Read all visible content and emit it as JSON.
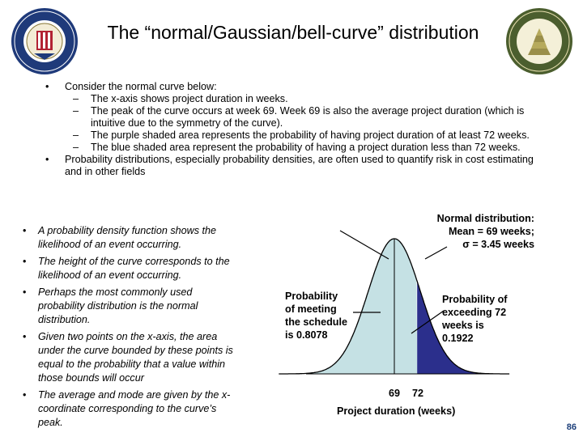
{
  "title": "The “normal/Gaussian/bell-curve” distribution",
  "top_bullets": [
    {
      "text": "Consider the normal curve below:",
      "sub": [
        "The x-axis shows project duration in weeks.",
        "The peak of the curve occurs at week 69. Week 69 is also the average project duration (which is intuitive due to the symmetry of the curve).",
        "The purple shaded area represents the probability of having project duration of at least 72 weeks.",
        "The blue shaded area represent the probability of having a project duration less than 72 weeks."
      ]
    },
    {
      "text": "Probability distributions, especially probability densities, are often used to quantify risk in cost estimating and in other fields",
      "sub": []
    }
  ],
  "left_bullets": [
    "A probability density function shows the likelihood of an event occurring.",
    "The height of the curve corresponds to the likelihood of an event occurring.",
    "Perhaps the most commonly used probability distribution is the normal distribution.",
    "Given two points on the x-axis, the area under the curve bounded by these points is equal to the probability that a value within those bounds will occur",
    "The average and mode are given by the x-coordinate corresponding to the curve’s peak."
  ],
  "figure": {
    "dist_label": [
      "Normal distribution:",
      "Mean = 69 weeks;",
      "σ = 3.45 weeks"
    ],
    "meet_label": [
      "Probability",
      "of meeting",
      "the schedule",
      "is 0.8078"
    ],
    "exceed_label": [
      "Probability of",
      "exceeding 72",
      "weeks is",
      "0.1922"
    ],
    "tick_69": "69",
    "tick_72": "72",
    "xlabel": "Project duration (weeks)",
    "mean": 69,
    "sd": 3.45,
    "threshold": 72,
    "colors": {
      "blue_area": "#c5e1e4",
      "purple_area": "#2b2f8c",
      "curve": "#000000"
    }
  },
  "page_number": "86",
  "logos": {
    "left": "office-of-assistant-secretary-army-seal",
    "right": "us-army-cost-seal"
  }
}
